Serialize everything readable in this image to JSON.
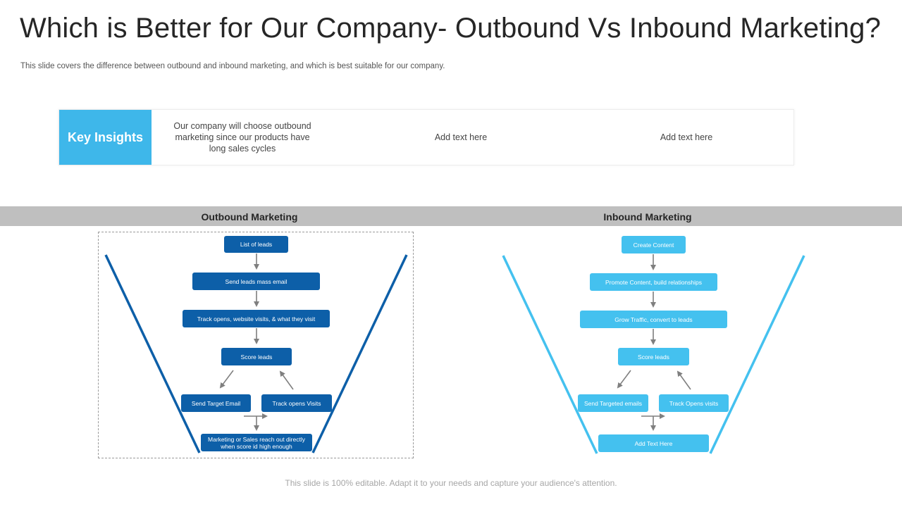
{
  "title": "Which is Better for Our Company- Outbound Vs Inbound Marketing?",
  "subtitle": "This slide covers the difference between outbound and inbound marketing, and which is best suitable for our company.",
  "insights": {
    "label": "Key Insights",
    "items": [
      "Our company will choose outbound marketing since our products have long sales cycles",
      "Add text here",
      "Add text here"
    ]
  },
  "outbound": {
    "heading": "Outbound Marketing",
    "steps": {
      "list_leads": "List of leads",
      "send_mass_email": "Send leads mass email",
      "track_opens": "Track opens, website  visits, & what they visit",
      "score_leads": "Score leads",
      "send_target_email": "Send Target  Email",
      "track_visits": "Track opens Visits",
      "reach_out": "Marketing or Sales reach out directly when score id high enough"
    }
  },
  "inbound": {
    "heading": "Inbound Marketing",
    "steps": {
      "create_content": "Create Content",
      "promote_content": "Promote Content, build relationships",
      "grow_traffic": "Grow Traffic, convert to leads",
      "score_leads": "Score leads",
      "send_targeted_emails": "Send Targeted  emails",
      "track_opens_visits": "Track Opens visits",
      "add_text": "Add Text Here"
    }
  },
  "footer": "This slide is 100% editable. Adapt it to your needs and capture your audience's attention.",
  "colors": {
    "accent": "#3eb7ea",
    "outbound": "#0d5fa8",
    "inbound": "#44c1ef",
    "band": "#bfbfbf",
    "arrow": "#7f7f7f"
  }
}
